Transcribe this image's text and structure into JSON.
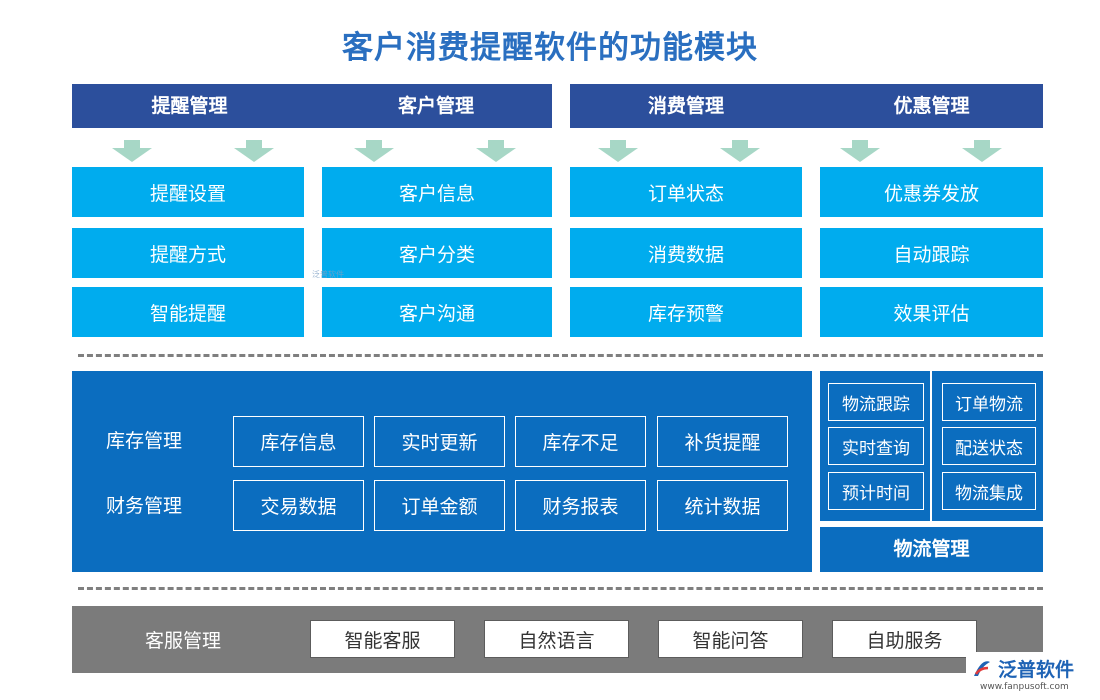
{
  "title": "客户消费提醒软件的功能模块",
  "top_headers": [
    "提醒管理",
    "客户管理",
    "消费管理",
    "优惠管理"
  ],
  "top_columns": [
    [
      "提醒设置",
      "提醒方式",
      "智能提醒"
    ],
    [
      "客户信息",
      "客户分类",
      "客户沟通"
    ],
    [
      "订单状态",
      "消费数据",
      "库存预警"
    ],
    [
      "优惠券发放",
      "自动跟踪",
      "效果评估"
    ]
  ],
  "middle": {
    "inventory_label": "库存管理",
    "inventory_items": [
      "库存信息",
      "实时更新",
      "库存不足",
      "补货提醒"
    ],
    "finance_label": "财务管理",
    "finance_items": [
      "交易数据",
      "订单金额",
      "财务报表",
      "统计数据"
    ]
  },
  "logistics": {
    "label": "物流管理",
    "items": [
      "物流跟踪",
      "订单物流",
      "实时查询",
      "配送状态",
      "预计时间",
      "物流集成"
    ]
  },
  "service": {
    "label": "客服管理",
    "items": [
      "智能客服",
      "自然语言",
      "智能问答",
      "自助服务"
    ]
  },
  "watermark": "泛普软件",
  "logo": {
    "name": "泛普软件",
    "url": "www.fanpusoft.com"
  },
  "colors": {
    "title": "#2a6fc0",
    "header": "#2c4f9c",
    "cell": "#00acee",
    "panel": "#0b6dbf",
    "arrow": "#a7d7c6",
    "gray": "#7b7b7b"
  }
}
